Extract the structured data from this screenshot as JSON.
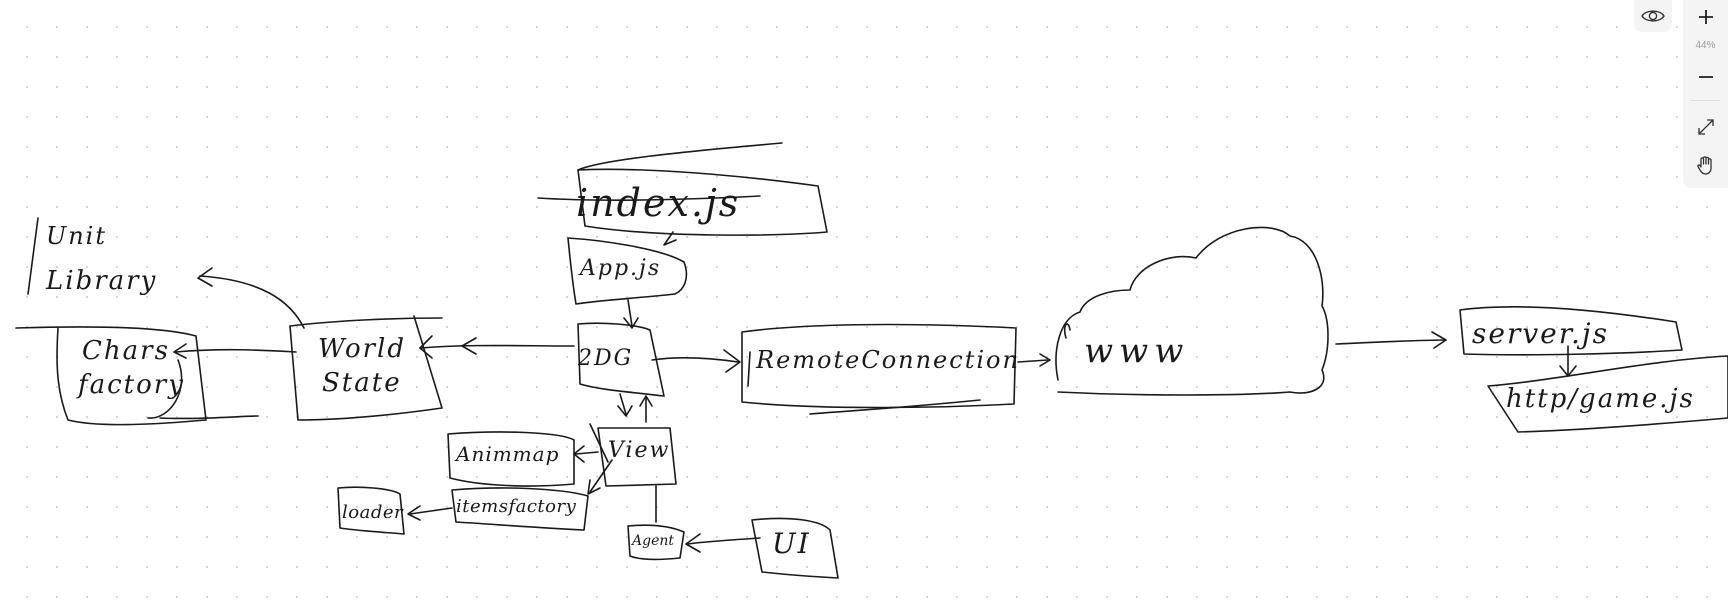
{
  "toolbar": {
    "eye_icon": "eye-icon",
    "zoom_in_icon": "plus-icon",
    "zoom_level": "44%",
    "zoom_out_icon": "minus-icon",
    "fit_icon": "expand-icon",
    "pan_icon": "hand-icon"
  },
  "drawing": {
    "nodes": {
      "index_js": "index.js",
      "app_js": "App.js",
      "two_dg": "2DG",
      "remote": "RemoteConnection",
      "www": "www",
      "server_js": "server.js",
      "http_game": "http/game.js",
      "unit_library_1": "Unit",
      "unit_library_2": "Library",
      "chars_factory_1": "Chars",
      "chars_factory_2": "factory",
      "world_state_1": "World",
      "world_state_2": "State",
      "animmap": "Animmap",
      "view": "View",
      "items_factory": "itemsfactory",
      "loader": "loader",
      "agent": "Agent",
      "ui": "UI"
    }
  },
  "colors": {
    "ink": "#1a1a1a",
    "panel": "#f4f4f4",
    "muted": "#9a9a9a",
    "grid_dot": "#d6d6d6"
  }
}
